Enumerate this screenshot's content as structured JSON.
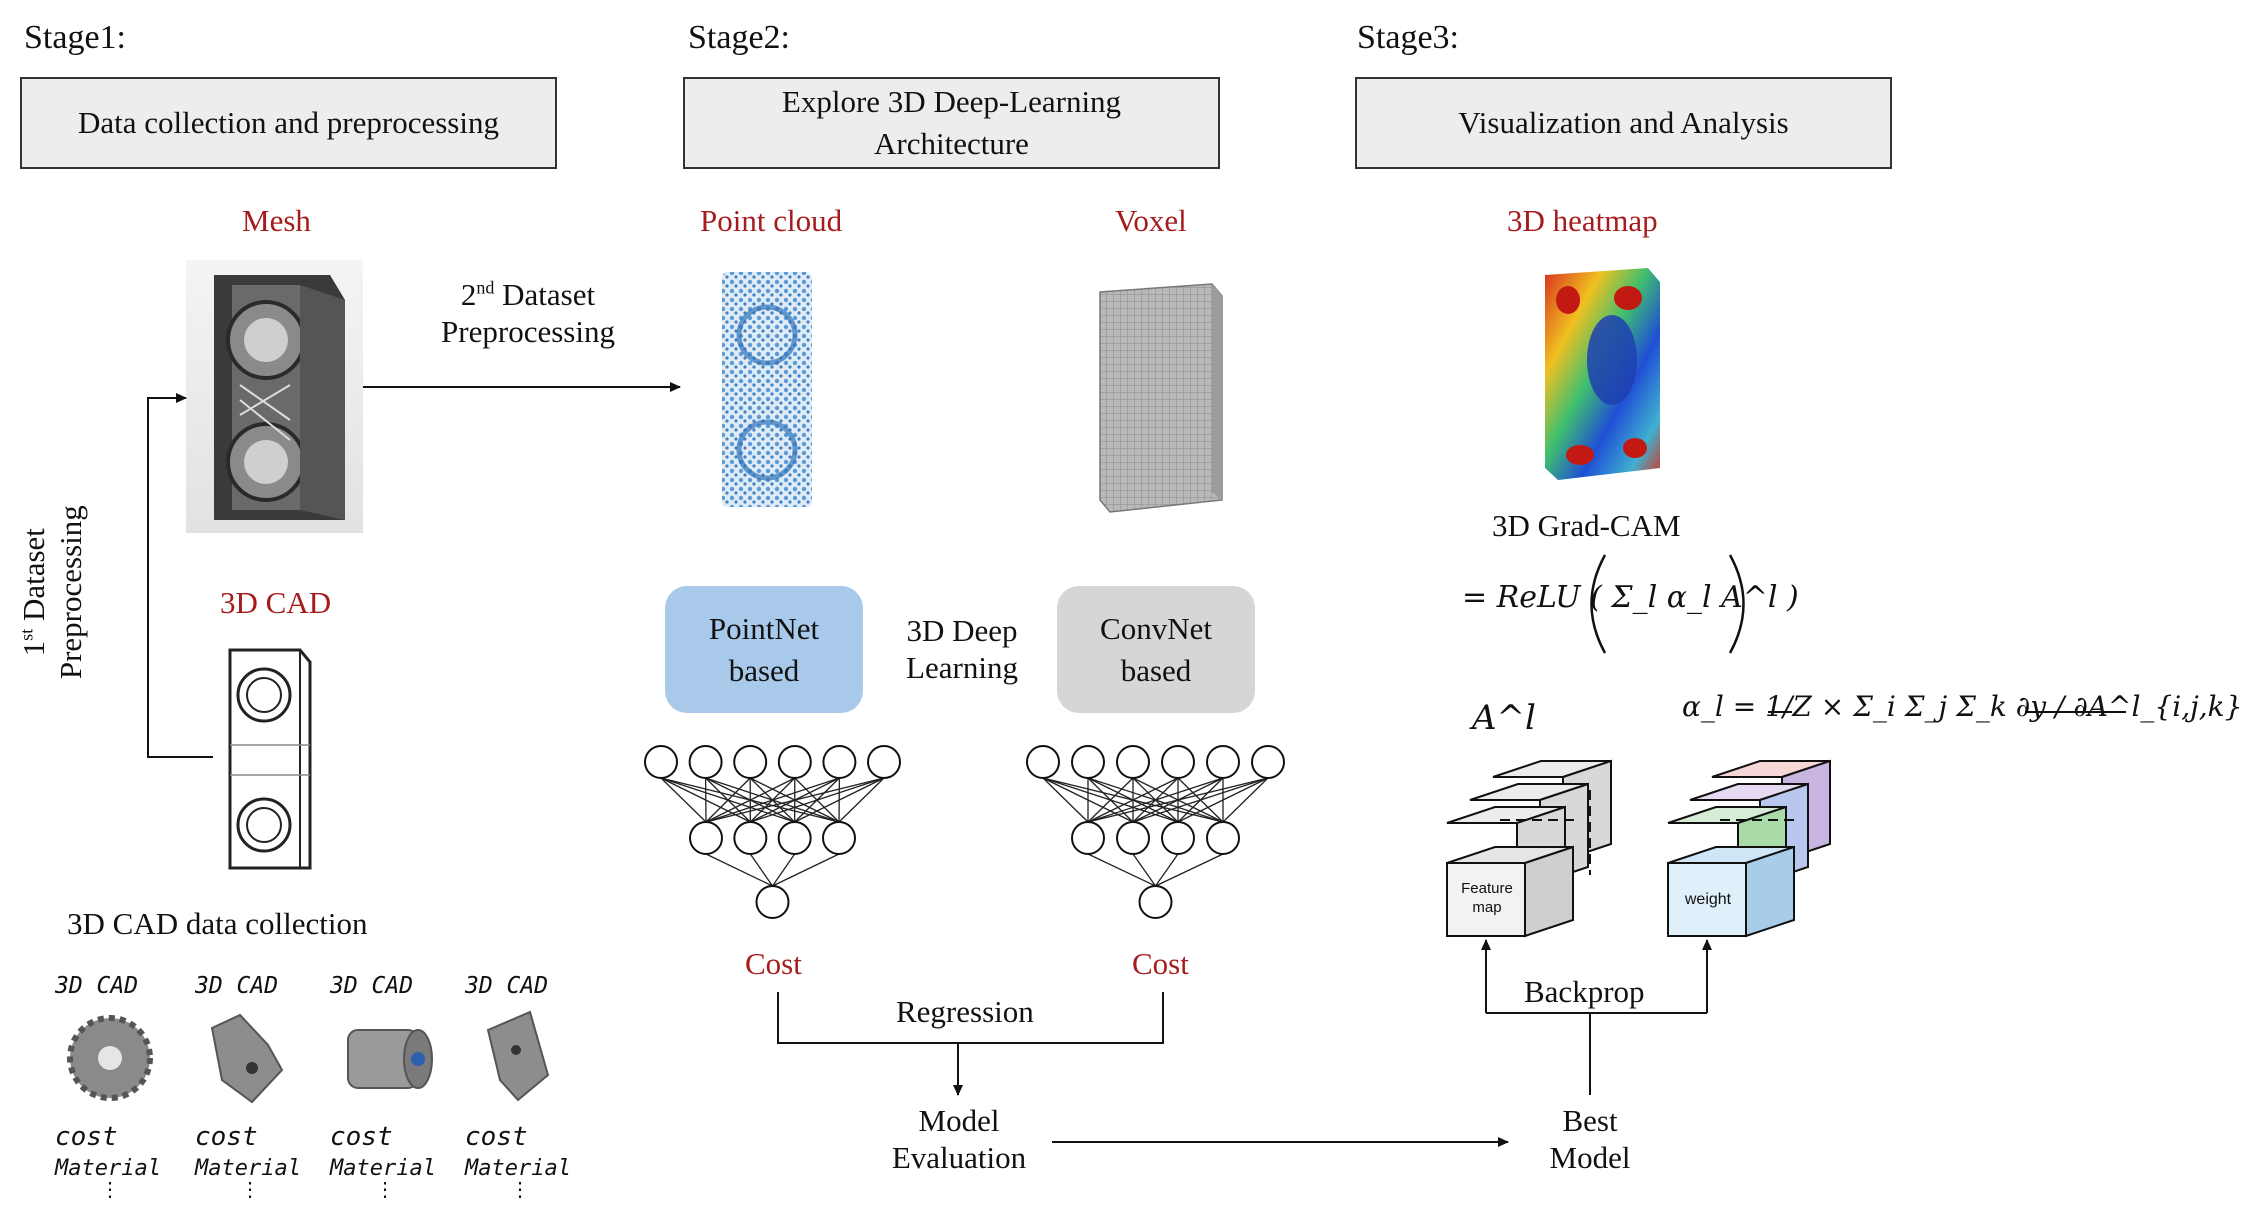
{
  "stages": {
    "stage1": {
      "label": "Stage1:",
      "box": "Data collection and preprocessing"
    },
    "stage2": {
      "label": "Stage2:",
      "box_line1": "Explore 3D Deep-Learning",
      "box_line2": "Architecture"
    },
    "stage3": {
      "label": "Stage3:",
      "box": "Visualization and Analysis"
    }
  },
  "stage1_content": {
    "mesh_label": "Mesh",
    "cad_label": "3D CAD",
    "collection_label": "3D CAD data collection",
    "first_preproc": {
      "ordinal": "1",
      "sup": "st",
      "line1_rest": " Dataset",
      "line2": "Preprocessing"
    },
    "second_preproc": {
      "ordinal": "2",
      "sup": "nd",
      "line1_rest": " Dataset",
      "line2": "Preprocessing"
    },
    "samples": [
      {
        "title": "3D CAD",
        "cost": "cost",
        "material": "Material",
        "more": "⋮",
        "shape": "gear"
      },
      {
        "title": "3D CAD",
        "cost": "cost",
        "material": "Material",
        "more": "⋮",
        "shape": "bracket"
      },
      {
        "title": "3D CAD",
        "cost": "cost",
        "material": "Material",
        "more": "⋮",
        "shape": "cylinder"
      },
      {
        "title": "3D CAD",
        "cost": "cost",
        "material": "Material",
        "more": "⋮",
        "shape": "plate"
      }
    ]
  },
  "stage2_content": {
    "pointcloud_label": "Point cloud",
    "voxel_label": "Voxel",
    "pointnet_line1": "PointNet",
    "pointnet_line2": "based",
    "convnet_line1": "ConvNet",
    "convnet_line2": "based",
    "center_line1": "3D Deep",
    "center_line2": "Learning",
    "cost_left": "Cost",
    "cost_right": "Cost",
    "regression": "Regression",
    "model_eval_line1": "Model",
    "model_eval_line2": "Evaluation"
  },
  "stage3_content": {
    "heatmap_label": "3D heatmap",
    "gradcam_label": "3D Grad-CAM",
    "gradcam_formula": "= ReLU ( Σ_l α_l A^l )",
    "activation_symbol": "A^l",
    "alpha_formula": "α_l = 1/Z × Σ_i Σ_j Σ_k ∂y / ∂A^l_{i,j,k}",
    "feature_map_line1": "Feature",
    "feature_map_line2": "map",
    "weight_label": "weight",
    "backprop": "Backprop",
    "best_model_line1": "Best",
    "best_model_line2": "Model"
  },
  "colors": {
    "accent_red": "#a61c1c",
    "pointnet_fill": "#a9c9ea",
    "convnet_fill": "#d6d6d6",
    "box_fill": "#ededed",
    "heatmap_red": "#d7301f",
    "heatmap_blue": "#1f4fd6",
    "pointcloud_blue": "#4a8fd0"
  },
  "icons": {
    "mesh": "computer-case-mesh-icon",
    "cad": "computer-case-wireframe-icon",
    "pointcloud": "point-cloud-icon",
    "voxel": "voxel-grid-icon",
    "heatmap": "heatmap-box-icon"
  }
}
